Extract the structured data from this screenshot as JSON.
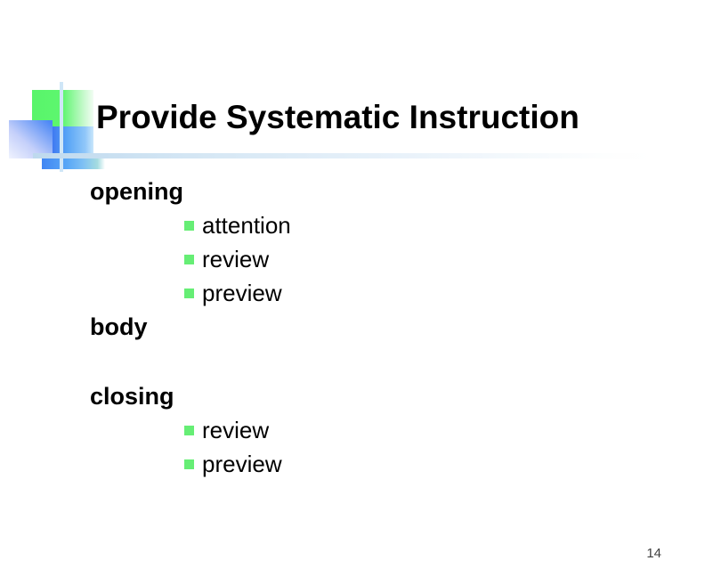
{
  "slide": {
    "title": "Provide Systematic Instruction",
    "page_number": "14",
    "outline": {
      "items": [
        {
          "level": 1,
          "text": "opening"
        },
        {
          "level": 2,
          "text": "attention"
        },
        {
          "level": 2,
          "text": "review"
        },
        {
          "level": 2,
          "text": "preview"
        },
        {
          "level": 1,
          "text": "body"
        },
        {
          "level": 1,
          "text": "closing"
        },
        {
          "level": 2,
          "text": "review"
        },
        {
          "level": 2,
          "text": "preview"
        }
      ]
    },
    "colors": {
      "title_text": "#000000",
      "body_text": "#000000",
      "bullet_green": "#66ee75",
      "decor_green": "#58f56a",
      "decor_blue_strong": "#4c88f5",
      "decor_blue_cornflower": "#57a4f6",
      "decor_light_blue_line": "#cfe6f7",
      "page_number_text": "#404040",
      "background": "#ffffff"
    }
  }
}
